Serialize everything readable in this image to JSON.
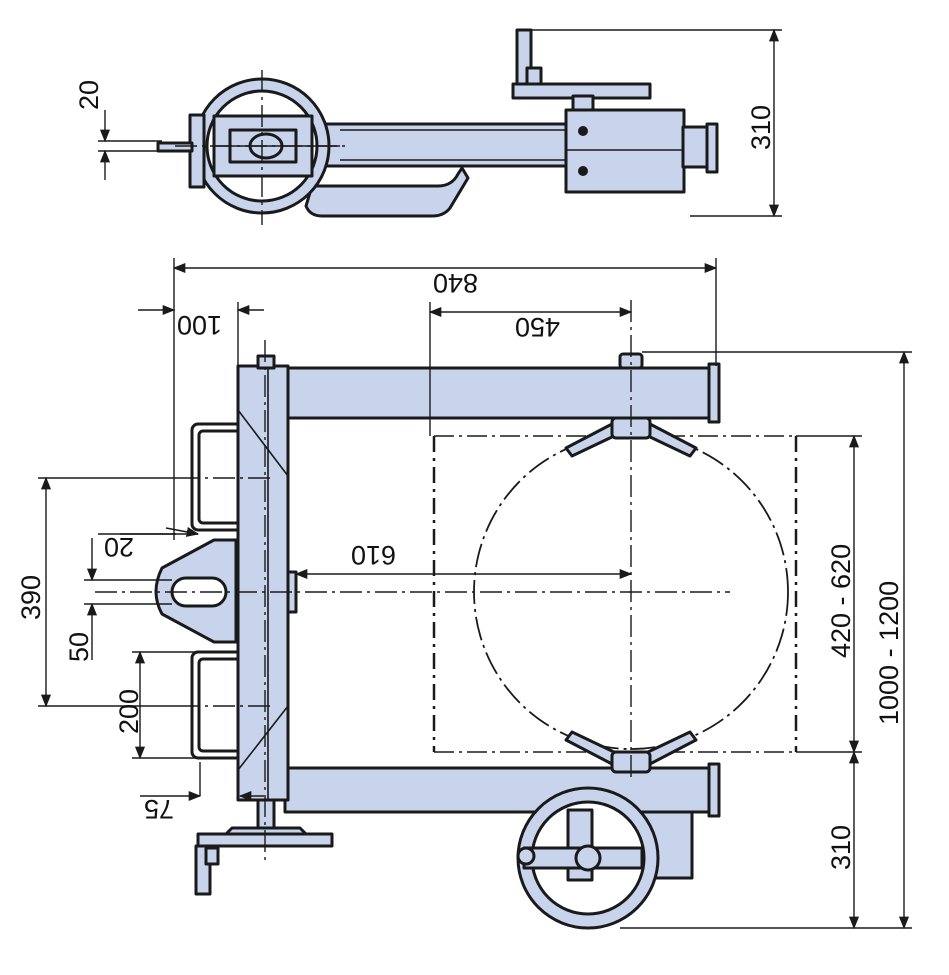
{
  "colors": {
    "part_fill": "#c8d3ec",
    "line": "#1a1a1a",
    "background": "#ffffff"
  },
  "dimensions": {
    "top_view": {
      "offset": "20",
      "height": "310"
    },
    "plan_view": {
      "overall_width": "840",
      "drum_offset": "450",
      "frame_depth": "100",
      "pivot_distance": "610",
      "clamp_range": "420 - 620",
      "overall_length": "1000 - 1200",
      "wheel_offset": "310",
      "handle_offset": "390",
      "hitch_offset": "20",
      "hitch_height": "50",
      "grip_height": "200",
      "post_gap": "75"
    }
  }
}
